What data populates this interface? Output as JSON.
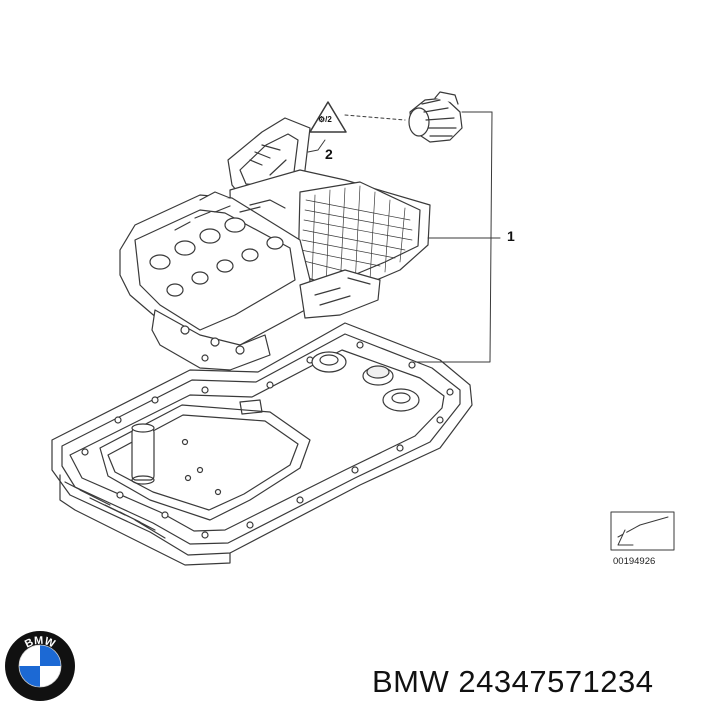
{
  "diagram": {
    "callouts": [
      {
        "id": "1",
        "label": "1"
      },
      {
        "id": "2",
        "label": "2"
      }
    ],
    "reference_code": "00194926",
    "warning_symbol_text": "⚙/2"
  },
  "footer": {
    "part_number_text": "BMW 24347571234",
    "logo_letters": "BMW"
  },
  "colors": {
    "line": "#3a3a3a",
    "logo_blue": "#1c69d4",
    "logo_ring": "#111111"
  }
}
